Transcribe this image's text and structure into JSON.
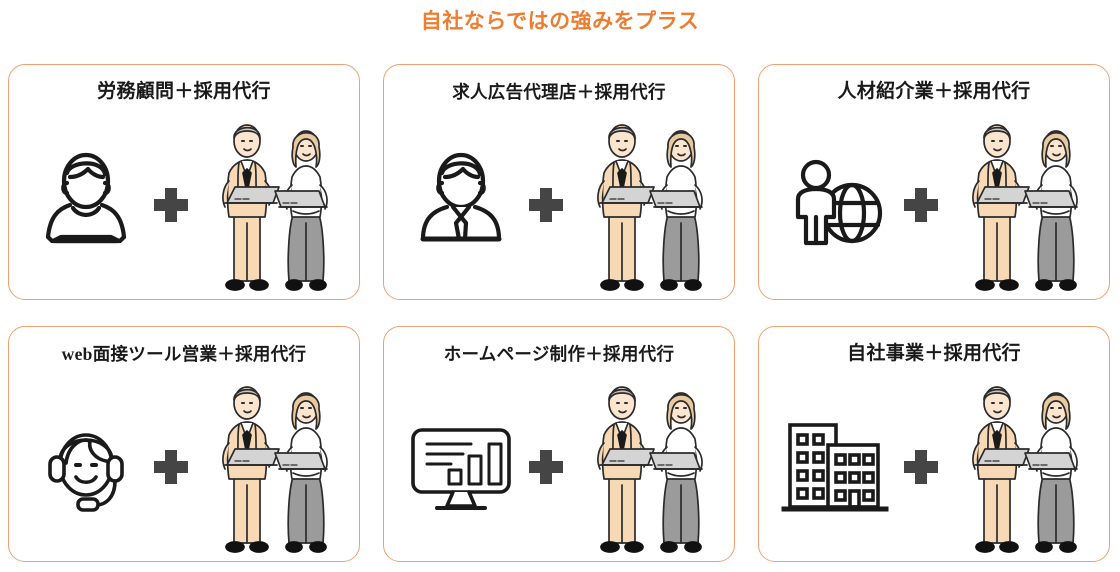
{
  "headline": {
    "text": "自社ならではの強みをプラス",
    "color": "#ED7D31"
  },
  "theme": {
    "card_border_color": "#F0A070",
    "plus_color": "#454545",
    "icon_stroke_color": "#1a1a1a",
    "title_color": "#1a1a1a",
    "background": "#FFFFFF",
    "suit_color": "#F7D9B5",
    "pants_color": "#9B9B9B",
    "laptop_color": "#D4D4D4",
    "hair_color": "#E8C9A0",
    "skin_color": "#FBE5CE"
  },
  "cards": [
    {
      "title": "労務顧問＋採用代行",
      "icon": "person-at-laptop-icon",
      "plus": "plus-icon",
      "people": "two-people-with-laptops-illustration"
    },
    {
      "title": "求人広告代理店＋採用代行",
      "icon": "businessman-bust-icon",
      "plus": "plus-icon",
      "people": "two-people-with-laptops-illustration"
    },
    {
      "title": "人材紹介業＋採用代行",
      "icon": "person-with-globe-icon",
      "plus": "plus-icon",
      "people": "two-people-with-laptops-illustration"
    },
    {
      "title": "web面接ツール営業＋採用代行",
      "icon": "headset-operator-icon",
      "plus": "plus-icon",
      "people": "two-people-with-laptops-illustration"
    },
    {
      "title": "ホームページ制作＋採用代行",
      "icon": "monitor-bar-chart-icon",
      "plus": "plus-icon",
      "people": "two-people-with-laptops-illustration"
    },
    {
      "title": "自社事業＋採用代行",
      "icon": "office-buildings-icon",
      "plus": "plus-icon",
      "people": "two-people-with-laptops-illustration"
    }
  ]
}
